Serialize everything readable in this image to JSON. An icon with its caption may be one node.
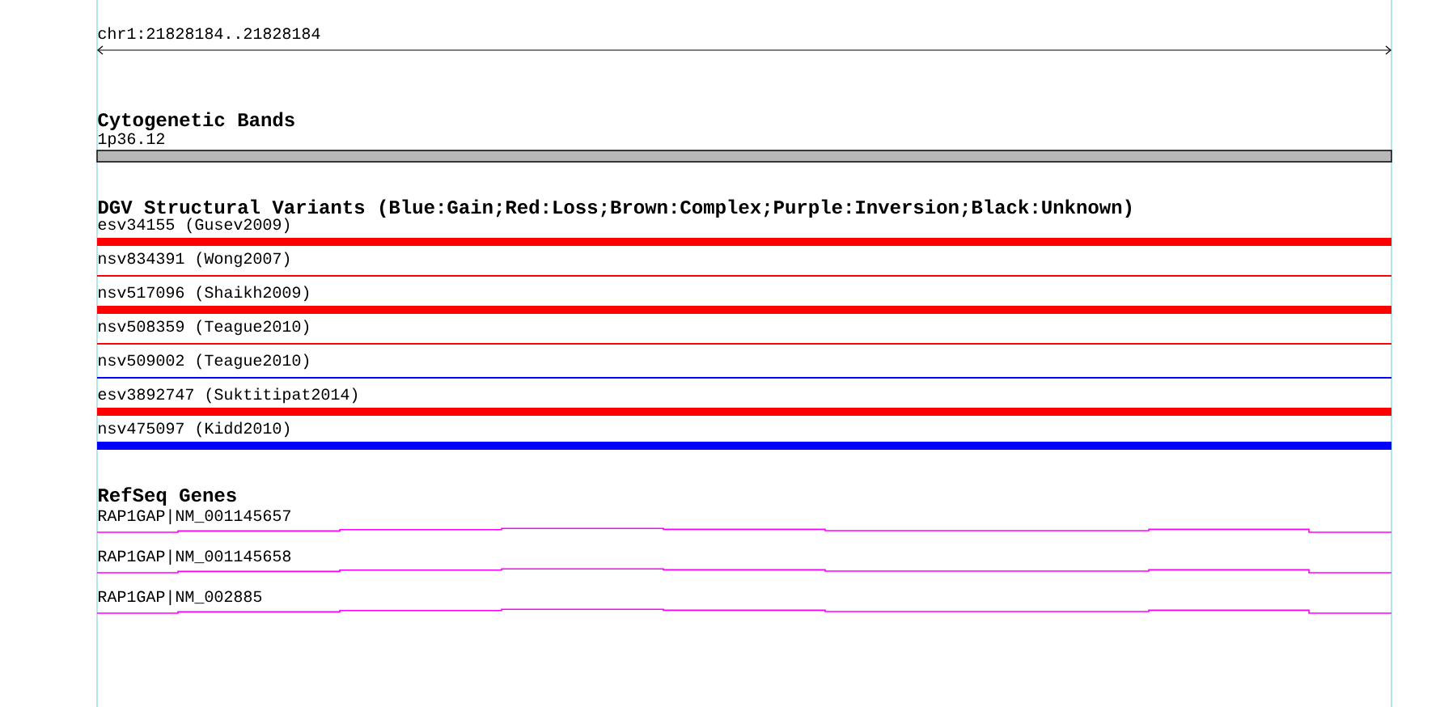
{
  "diagram": {
    "nodes": [
      {
        "text": [
          "1p36.12"
        ]
      },
      {
        "text": [
          "esv34155 (Gusev2009)"
        ]
      },
      {
        "text": [
          "nsv834391 (Wong2007)"
        ]
      },
      {
        "text": [
          "nsv517096 (Shaikh2009)"
        ]
      },
      {
        "text": [
          "nsv508359 (Teague2010)"
        ]
      },
      {
        "text": [
          "nsv509002 (Teague2010)"
        ]
      },
      {
        "text": [
          "esv3892747 (Suktitipat2014)"
        ]
      },
      {
        "text": [
          "nsv475097 (Kidd2010)"
        ]
      },
      {
        "text": [
          "RAP1GAP|NM_001145657"
        ]
      },
      {
        "text": [
          "RAP1GAP|NM_001145658"
        ]
      },
      {
        "text": [
          "RAP1GAP|NM_002885"
        ]
      }
    ],
    "labels": [
      "chr1:21828184..21828184",
      "Cytogenetic Bands",
      "DGV Structural Variants (Blue:Gain;Red:Loss;Brown:Complex;Purple:Inversion;Black:Unknown)",
      "RefSeq Genes"
    ]
  }
}
